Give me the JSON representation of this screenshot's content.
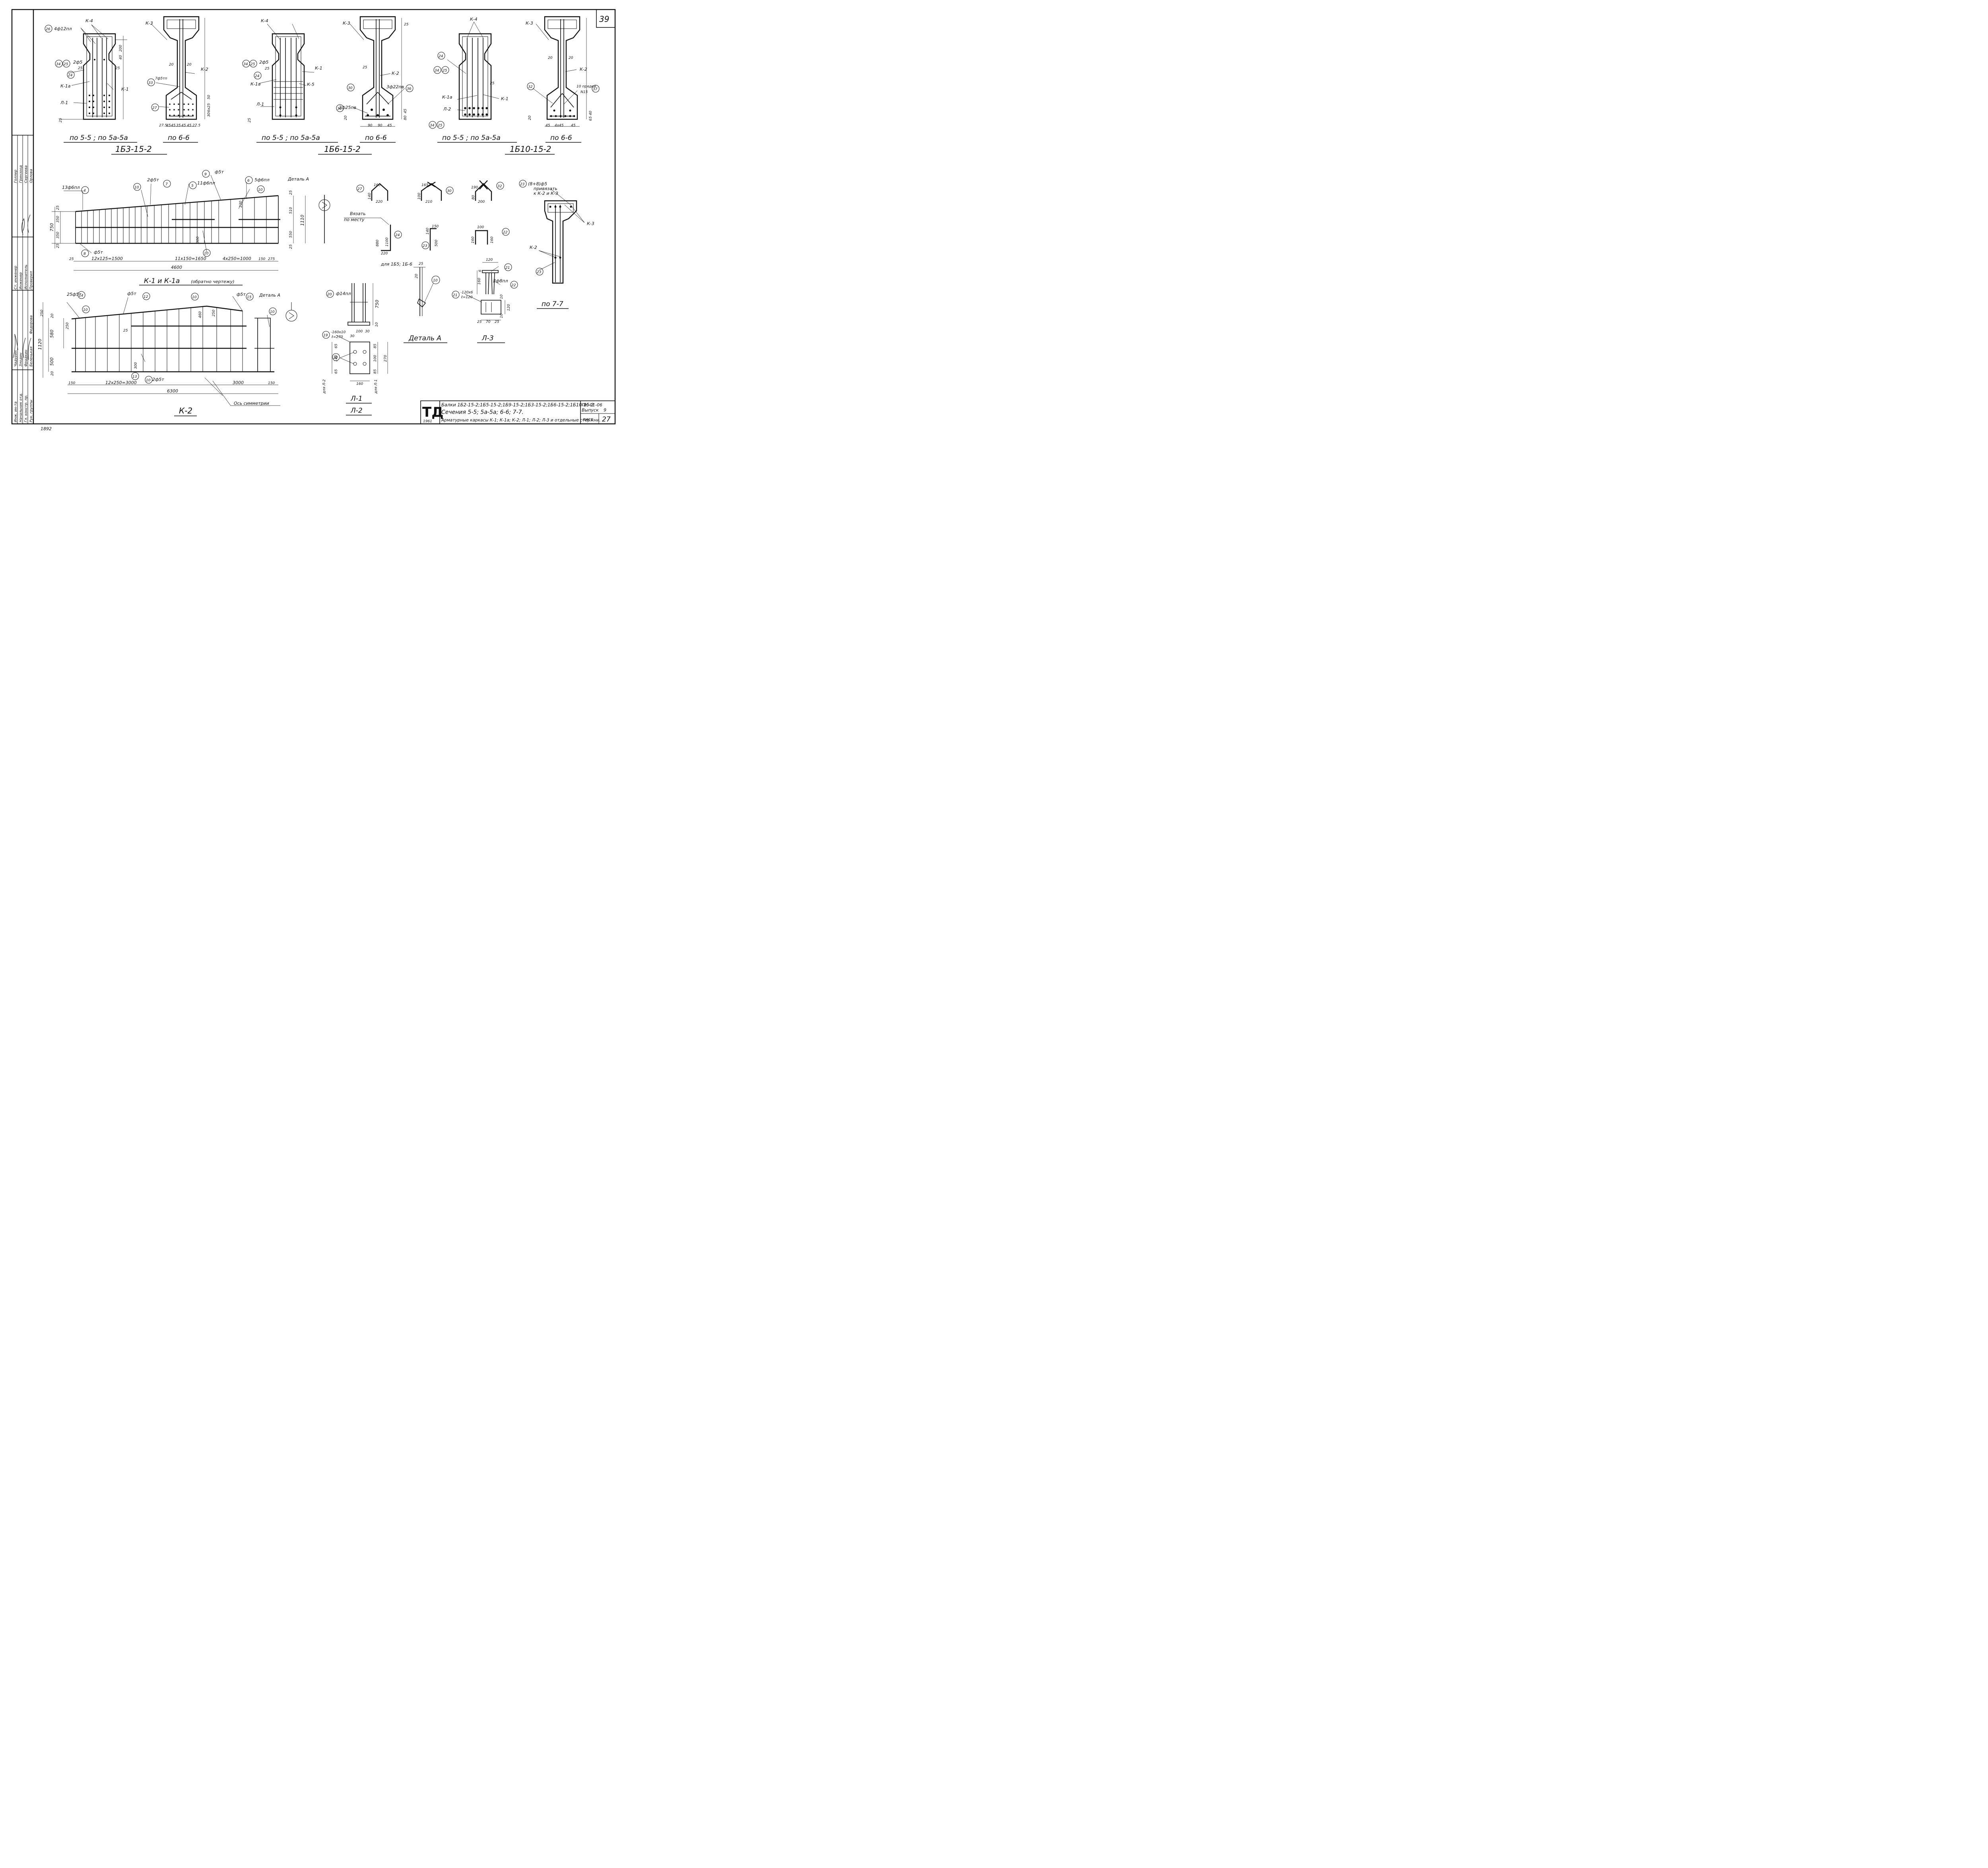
{
  "sheet": {
    "page_number": "39",
    "handwritten_note": "1892",
    "title_block": {
      "logo": "ТД",
      "year": "1961",
      "title_line1": "Балки 1Б2-15-2;1Б5-15-2;1Б9-15-2;1Б3-15-2;1Б6-15-2;1Б10-15-2",
      "title_line2": "Сечения 5-5; 5а-5а; 6-6; 7-7.",
      "title_line3": "Арматурные каркасы К-1; К-1а; К-2; Л-1; Л-2; Л-3 и отдельные стержни.",
      "series_code": "ПК-01-06",
      "issue_label": "Выпуск",
      "issue_number": "9",
      "sheet_label": "лист",
      "sheet_number": "27"
    },
    "stamp": {
      "roles": [
        "Рук. группы",
        "Гл. констр. пр.",
        "Начальник отд.",
        "Инж. ин-та",
        "Проверил",
        "Исполнитель",
        "Инженер",
        "Ст. инженер"
      ],
      "names": [
        "Беленькая",
        "Федорова",
        "Фрадкин",
        "Злодин",
        "Чадурин",
        "Орлова",
        "Сергеева",
        "Гринзоод",
        "Голлер"
      ]
    }
  },
  "sections": {
    "group1": {
      "caption_a": "по 5-5 ; по 5а-5а",
      "caption_b": "по 6-6",
      "beam": "1Б3-15-2",
      "labels": [
        "К-4",
        "К-3",
        "4ф12пл",
        "200",
        "40",
        "25",
        "2ф5",
        "25",
        "К-1а",
        "К-1",
        "Л-1",
        "25",
        "20",
        "20",
        "К-2",
        "7ф5тп",
        "50",
        "30",
        "6х25",
        "27.5",
        "45",
        "45",
        "35",
        "45",
        "45",
        "27.5"
      ],
      "marks": [
        "26",
        "34",
        "25",
        "24",
        "33",
        "27"
      ]
    },
    "group2": {
      "caption_a": "по 5-5 ; по 5а-5а",
      "caption_b": "по 6-6",
      "beam": "1Б6-15-2",
      "labels": [
        "К-4",
        "К-3",
        "25",
        "2ф5",
        "К-1",
        "К-1а",
        "К-5",
        "Л-1",
        "25",
        "25",
        "К-2",
        "3ф22пв",
        "2ф25пв",
        "45",
        "80",
        "90",
        "90",
        "45",
        "20",
        "25"
      ],
      "marks": [
        "34",
        "25",
        "24",
        "30",
        "36",
        "35"
      ]
    },
    "group3": {
      "caption_a": "по 5-5 ; по 5а-5а",
      "caption_b": "по 6-6",
      "beam": "1Б10-15-2",
      "labels": [
        "К-4",
        "К-3",
        "25",
        "20",
        "20",
        "К-2",
        "К-1а",
        "К-1",
        "Л-2",
        "10 прядей",
        "N15",
        "4х45",
        "45",
        "45",
        "40",
        "65",
        "20"
      ],
      "marks": [
        "24",
        "34",
        "25",
        "32",
        "37",
        "34",
        "25"
      ]
    }
  },
  "frame_k1": {
    "caption": "К-1 и К-1а",
    "caption_note": "(обратно чертежу)",
    "labels": [
      "13ф6пл",
      "2ф5т",
      "11ф6пл",
      "ф5т",
      "5ф6пл",
      "Деталь А",
      "ф5т",
      "12х125=1500",
      "11х150=1650",
      "4х250=1000",
      "150",
      "275",
      "4600",
      "750",
      "350",
      "350",
      "25",
      "25",
      "510",
      "550",
      "1110",
      "25",
      "25",
      "230",
      "300",
      "25"
    ],
    "marks": [
      "4",
      "10",
      "7",
      "5",
      "9",
      "6",
      "10",
      "8",
      "10"
    ]
  },
  "frame_k2": {
    "caption": "К-2",
    "labels": [
      "25ф5т",
      "ф5т",
      "ф5т",
      "Деталь А",
      "250",
      "20",
      "580",
      "250",
      "460",
      "250",
      "1120",
      "500",
      "20",
      "25",
      "300",
      "2ф5т",
      "150",
      "12х250=3000",
      "3000",
      "150",
      "6300",
      "Ось симметрии"
    ],
    "marks": [
      "14",
      "12",
      "15",
      "10",
      "10",
      "10",
      "13",
      "10"
    ]
  },
  "bent_bars": [
    {
      "mark": "27",
      "dims": [
        "160",
        "140",
        "220"
      ]
    },
    {
      "mark": "30",
      "dims": [
        "165",
        "100",
        "210"
      ]
    },
    {
      "mark": "32",
      "dims": [
        "190",
        "80",
        "200"
      ]
    },
    {
      "mark": "24",
      "dims": [
        "Вязать",
        "по месту",
        "880",
        "1100",
        "220"
      ]
    },
    {
      "mark": "23",
      "dims": [
        "140",
        "150",
        "500"
      ]
    },
    {
      "mark": "22",
      "dims": [
        "100",
        "160",
        "160"
      ]
    }
  ],
  "section_77": {
    "caption": "по 7-7",
    "labels": [
      "(8+8)ф5",
      "привязать",
      "к К-2 и К-3",
      "К-3",
      "К-2"
    ],
    "marks": [
      "23",
      "23"
    ]
  },
  "plate_l1": {
    "caption_a": "Л-1",
    "caption_b": "Л-2",
    "labels": [
      "ф14пл",
      "750",
      "-160х10",
      "ℓ=270",
      "100",
      "30",
      "10",
      "30",
      "65",
      "140",
      "65",
      "85",
      "100",
      "85",
      "270",
      "160",
      "для Л-2",
      "для Л-1"
    ],
    "marks": [
      "20",
      "19",
      "20"
    ]
  },
  "detail_a": {
    "caption": "Деталь А",
    "labels": [
      "для 1Б5; 1Б-6",
      "25",
      "20"
    ],
    "marks": [
      "10"
    ]
  },
  "plate_l3": {
    "caption": "Л-3",
    "labels": [
      "120",
      "6",
      "160",
      "2ф8пл",
      "-120х6",
      "ℓ=120",
      "10",
      "120",
      "10",
      "25",
      "70",
      "25"
    ],
    "marks": [
      "21",
      "22",
      "21"
    ]
  }
}
